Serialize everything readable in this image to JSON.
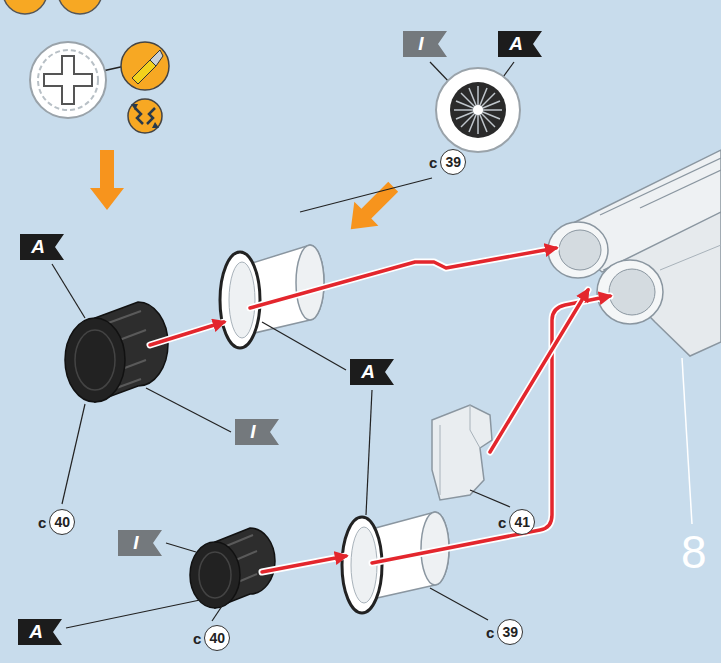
{
  "diagram": {
    "nodes": [
      {
        "text": [
          "I"
        ]
      },
      {
        "text": [
          "A"
        ]
      },
      {
        "text": [
          "c",
          "39"
        ]
      },
      {
        "text": [
          "A"
        ]
      },
      {
        "text": [
          "A"
        ]
      },
      {
        "text": [
          "I"
        ]
      },
      {
        "text": [
          "c",
          "40"
        ]
      },
      {
        "text": [
          "c",
          "41"
        ]
      },
      {
        "text": [
          "I"
        ]
      },
      {
        "text": [
          "A"
        ]
      },
      {
        "text": [
          "c",
          "39"
        ]
      },
      {
        "text": [
          "c",
          "40"
        ]
      }
    ],
    "labels": [
      "8"
    ]
  }
}
